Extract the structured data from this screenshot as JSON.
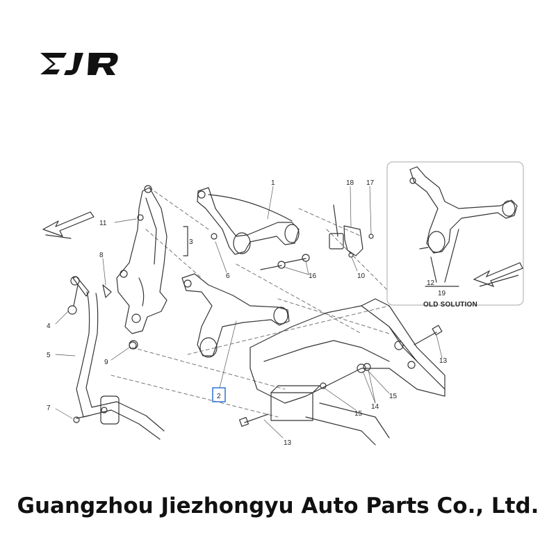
{
  "brand": {
    "logo_text": "EJR"
  },
  "diagram": {
    "callouts": {
      "c1": "1",
      "c2": "2",
      "c3": "3",
      "c4": "4",
      "c5": "5",
      "c6": "6",
      "c7": "7",
      "c8": "8",
      "c9": "9",
      "c10": "10",
      "c11": "11",
      "c12": "12",
      "c13a": "13",
      "c13b": "13",
      "c14": "14",
      "c15a": "15",
      "c15b": "15",
      "c16": "16",
      "c17": "17",
      "c18": "18",
      "c19": "19"
    },
    "inset_caption": "OLD SOLUTION"
  },
  "footer": {
    "company_name": "Guangzhou Jiezhongyu Auto Parts Co., Ltd."
  },
  "colors": {
    "line": "#333333",
    "highlight_box": "#3a7bd5",
    "inset_border": "#aaaaaa"
  }
}
